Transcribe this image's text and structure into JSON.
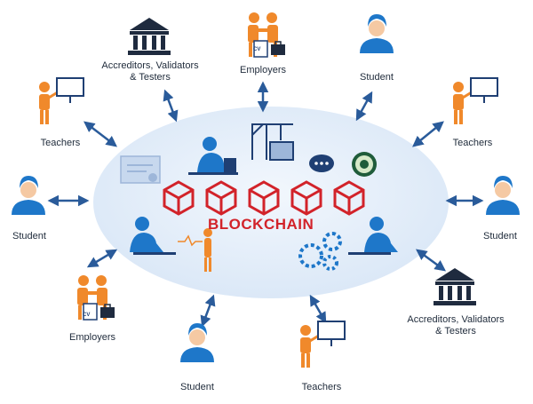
{
  "center": {
    "title": "BLOCKCHAIN"
  },
  "stakeholders": {
    "accreditors_top_left": [
      "Accreditors, Validators",
      "& Testers"
    ],
    "employers_top": "Employers",
    "student_top_right": "Student",
    "teachers_top_left": "Teachers",
    "teachers_top_right": "Teachers",
    "student_left": "Student",
    "student_right": "Student",
    "employers_bottom_left": "Employers",
    "accreditors_bottom_right": [
      "Accreditors, Validators",
      "& Testers"
    ],
    "student_bottom": "Student",
    "teachers_bottom": "Teachers"
  },
  "badges": {
    "cv": "CV"
  },
  "colors": {
    "ellipse": "#e3eefa",
    "navy": "#1f3f73",
    "blue": "#1e77c9",
    "orange": "#f0892b",
    "red": "#d2232a",
    "arrow": "#2a5b9a"
  }
}
